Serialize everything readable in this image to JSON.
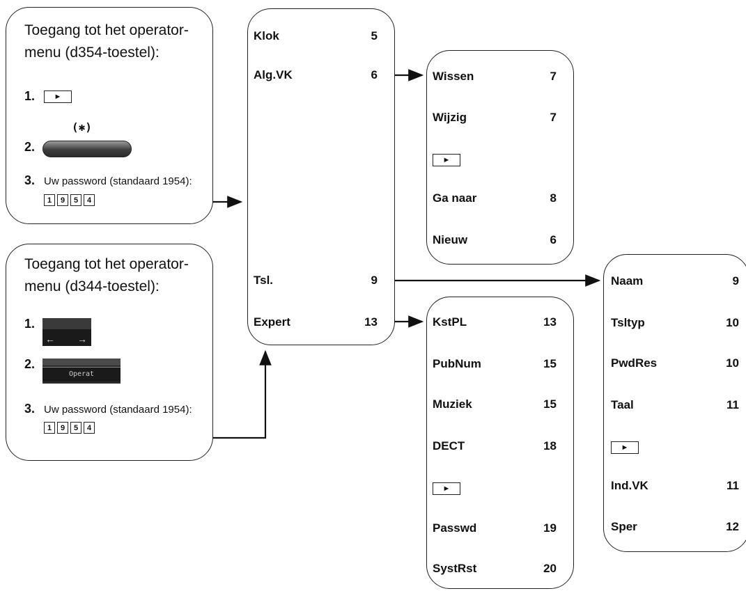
{
  "access_d354": {
    "title_line1": "Toegang tot het operator-",
    "title_line2": "menu (d354-toestel):",
    "step1_num": "1.",
    "step1_button": "►",
    "step2_num": "2.",
    "step2_symbol": "(✱)",
    "step3_num": "3.",
    "step3_text": "Uw password (standaard 1954):",
    "password_digits": [
      "1",
      "9",
      "5",
      "4"
    ]
  },
  "access_d344": {
    "title_line1": "Toegang tot het operator-",
    "title_line2": "menu (d344-toestel):",
    "step1_num": "1.",
    "step1_arrows": [
      "←",
      "→"
    ],
    "step2_num": "2.",
    "step2_display": "Operat",
    "step3_num": "3.",
    "step3_text": "Uw password (standaard 1954):",
    "password_digits": [
      "1",
      "9",
      "5",
      "4"
    ]
  },
  "main_menu": {
    "items": [
      {
        "label": "Klok",
        "page": "5"
      },
      {
        "label": "Alg.VK",
        "page": "6"
      },
      {
        "label": "Tsl.",
        "page": "9"
      },
      {
        "label": "Expert",
        "page": "13"
      }
    ]
  },
  "algvk_menu": {
    "items": [
      {
        "label": "Wissen",
        "page": "7"
      },
      {
        "label": "Wijzig",
        "page": "7"
      },
      {
        "label": "►",
        "page": ""
      },
      {
        "label": "Ga naar",
        "page": "8"
      },
      {
        "label": "Nieuw",
        "page": "6"
      }
    ]
  },
  "expert_menu": {
    "items": [
      {
        "label": "KstPL",
        "page": "13"
      },
      {
        "label": "PubNum",
        "page": "15"
      },
      {
        "label": "Muziek",
        "page": "15"
      },
      {
        "label": "DECT",
        "page": "18"
      },
      {
        "label": "►",
        "page": ""
      },
      {
        "label": "Passwd",
        "page": "19"
      },
      {
        "label": "SystRst",
        "page": "20"
      }
    ]
  },
  "tsl_menu": {
    "items": [
      {
        "label": "Naam",
        "page": "9"
      },
      {
        "label": "Tsltyp",
        "page": "10"
      },
      {
        "label": "PwdRes",
        "page": "10"
      },
      {
        "label": "Taal",
        "page": "11"
      },
      {
        "label": "►",
        "page": ""
      },
      {
        "label": "Ind.VK",
        "page": "11"
      },
      {
        "label": "Sper",
        "page": "12"
      }
    ]
  }
}
